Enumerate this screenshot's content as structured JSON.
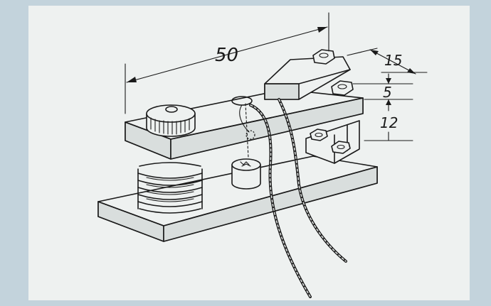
{
  "dimensions": {
    "length": "50",
    "depth": "15",
    "plate_thickness": "5",
    "gap": "12"
  },
  "colors": {
    "background": "#c3d3dc",
    "paper": "#eef1f0",
    "ink": "#1a1a1a"
  }
}
